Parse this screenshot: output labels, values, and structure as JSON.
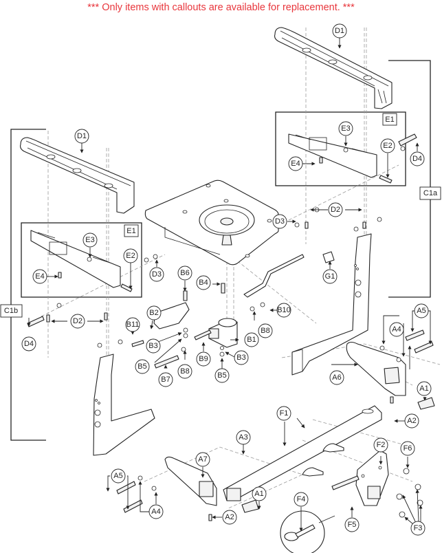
{
  "notice": "*** Only items with callouts are available for replacement. ***",
  "colors": {
    "notice": "#e8363c",
    "line": "#222222",
    "dash": "#999999"
  },
  "groups": {
    "C1a": "C1a",
    "C1b": "C1b",
    "E1_right": "E1",
    "E1_left": "E1"
  },
  "callouts": {
    "D1_right": "D1",
    "D1_left": "D1",
    "E3_right": "E3",
    "E2_right": "E2",
    "E4_right": "E4",
    "D4_right": "D4",
    "D3_right": "D3",
    "D2_right": "D2",
    "E3_left": "E3",
    "E2_left": "E2",
    "E4_left": "E4",
    "D3_left": "D3",
    "D2_left": "D2",
    "D4_left": "D4",
    "G1": "G1",
    "B1": "B1",
    "B2": "B2",
    "B3_a": "B3",
    "B3_b": "B3",
    "B4": "B4",
    "B5_a": "B5",
    "B5_b": "B5",
    "B6": "B6",
    "B7": "B7",
    "B8_a": "B8",
    "B8_b": "B8",
    "B9": "B9",
    "B10": "B10",
    "B11": "B11",
    "A1_right": "A1",
    "A1_left": "A1",
    "A2_right": "A2",
    "A2_left": "A2",
    "A3": "A3",
    "A4_right": "A4",
    "A4_left": "A4",
    "A5_right": "A5",
    "A5_left": "A5",
    "A6": "A6",
    "A7": "A7",
    "F1": "F1",
    "F2": "F2",
    "F3": "F3",
    "F4": "F4",
    "F5": "F5",
    "F6": "F6"
  }
}
